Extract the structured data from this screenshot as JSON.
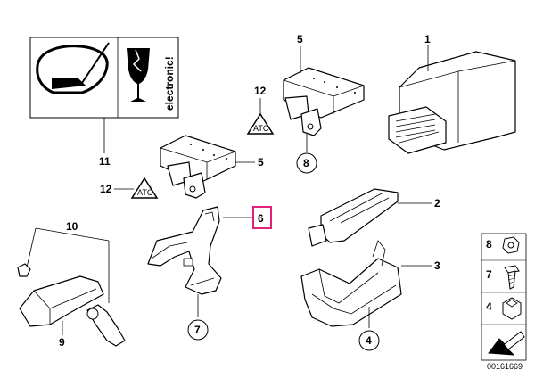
{
  "labels": {
    "p1": "1",
    "p2": "2",
    "p3": "3",
    "p4": "4",
    "p5a": "5",
    "p5b": "5",
    "p6": "6",
    "p7": "7",
    "p8": "8",
    "p9": "9",
    "p10": "10",
    "p11": "11",
    "p12a": "12",
    "p12b": "12"
  },
  "warning_label": {
    "text": "electronic!"
  },
  "legend": {
    "items": [
      "8",
      "7",
      "4"
    ]
  },
  "diagram_number": "00161669",
  "colors": {
    "highlight": "#e0207a",
    "line": "#000000",
    "background": "#ffffff"
  }
}
